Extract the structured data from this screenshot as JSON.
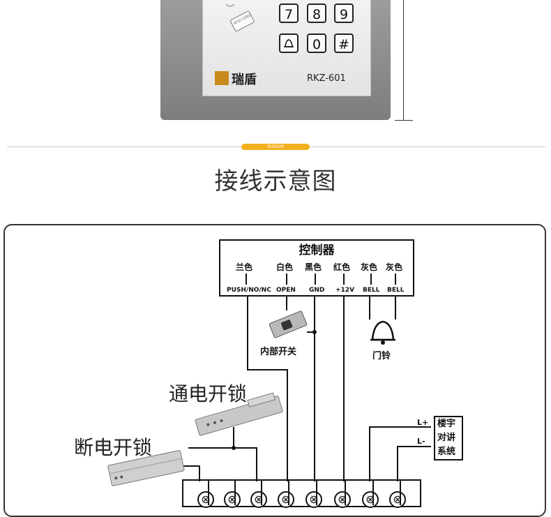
{
  "device": {
    "keys": [
      "7",
      "8",
      "9",
      "bell-icon",
      "0",
      "#"
    ],
    "rfid_card_text": "RFID CARD",
    "brand_name": "瑞盾",
    "model": "RKZ-601"
  },
  "divider": {
    "badge": "RUIDUN"
  },
  "section_title": "接线示意图",
  "diagram": {
    "controller_title": "控制器",
    "wire_colors": [
      "兰色",
      "白色",
      "黑色",
      "红色",
      "灰色",
      "灰色"
    ],
    "terminals": [
      "PUSH/NO/NC",
      "OPEN",
      "GND",
      "+12V",
      "BELL",
      "BELL"
    ],
    "internal_switch_label": "内部开关",
    "bell_label": "门铃",
    "power_on_lock_label": "通电开锁",
    "power_off_lock_label": "断电开锁",
    "intercom_label": "楼宇对讲系统",
    "intercom_pins": [
      "L+",
      "L-"
    ],
    "terminal_glyph": "⊗"
  },
  "colors": {
    "accent": "#f2b01e",
    "brand": "#c98a1d",
    "line": "#111111"
  }
}
